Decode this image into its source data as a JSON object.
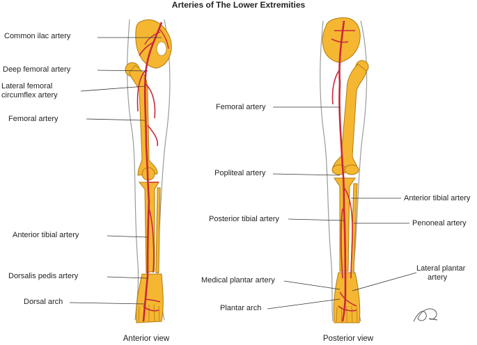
{
  "title": "Arteries of The Lower Extremities",
  "views": {
    "anterior": "Anterior view",
    "posterior": "Posterior view"
  },
  "anterior_labels": {
    "common_iliac": "Common ilac artery",
    "deep_femoral": "Deep femoral artery",
    "lateral_circumflex_1": "Lateral femoral",
    "lateral_circumflex_2": "circumflex artery",
    "femoral": "Femoral artery",
    "anterior_tibial": "Anterior tibial artery",
    "dorsalis_pedis": "Dorsalis pedis artery",
    "dorsal_arch": "Dorsal arch"
  },
  "posterior_labels": {
    "femoral": "Femoral artery",
    "popliteal": "Popliteal artery",
    "anterior_tibial": "Anterior tibial artery",
    "posterior_tibial": "Posterior tibial artery",
    "peroneal": "Penoneal artery",
    "medial_plantar": "Medical plantar artery",
    "lateral_plantar_1": "Lateral plantar",
    "lateral_plantar_2": "artery",
    "plantar_arch": "Plantar arch"
  },
  "colors": {
    "bone": "#f5b731",
    "bone_outline": "#b07a10",
    "artery": "#c8283c",
    "leg_outline": "#9a9a9a",
    "leader": "#333333"
  }
}
